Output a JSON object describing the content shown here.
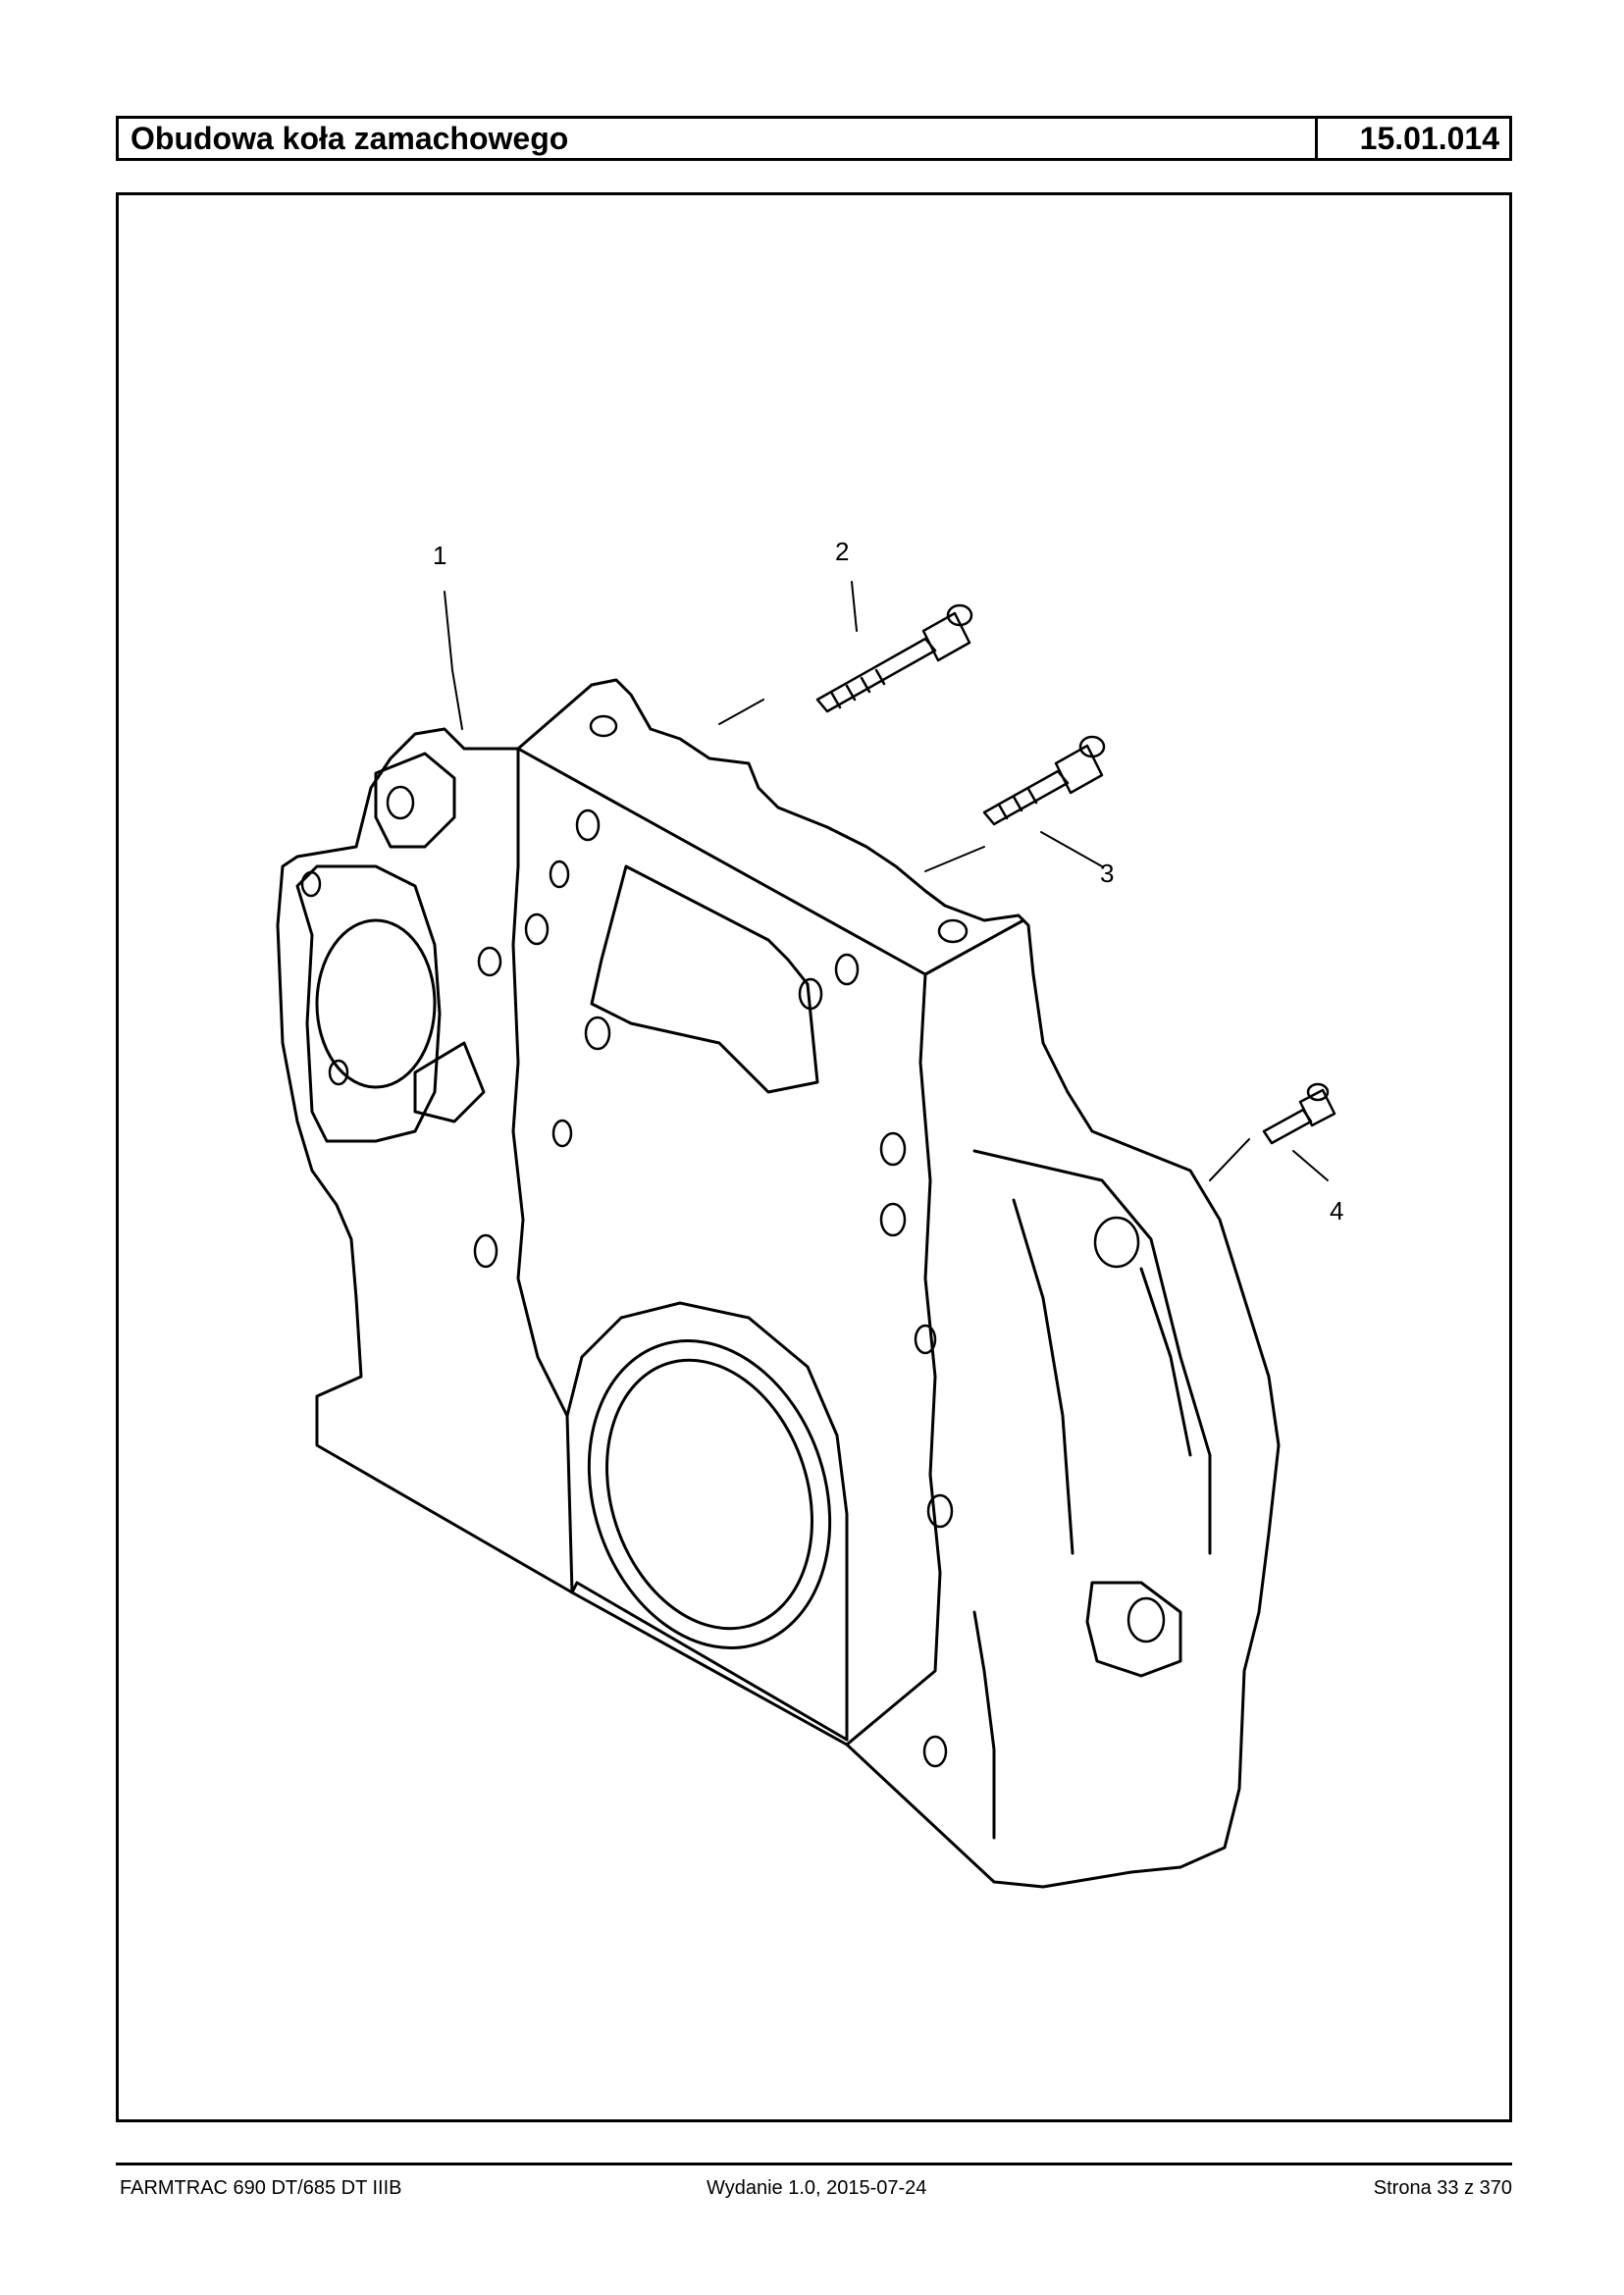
{
  "header": {
    "title": "Obudowa koła zamachowego",
    "code": "15.01.014"
  },
  "figure": {
    "callouts": [
      "1",
      "2",
      "3",
      "4"
    ]
  },
  "footer": {
    "model": "FARMTRAC 690 DT/685 DT IIIB",
    "edition": "Wydanie 1.0,  2015-07-24",
    "page": "Strona 33 z 370"
  }
}
